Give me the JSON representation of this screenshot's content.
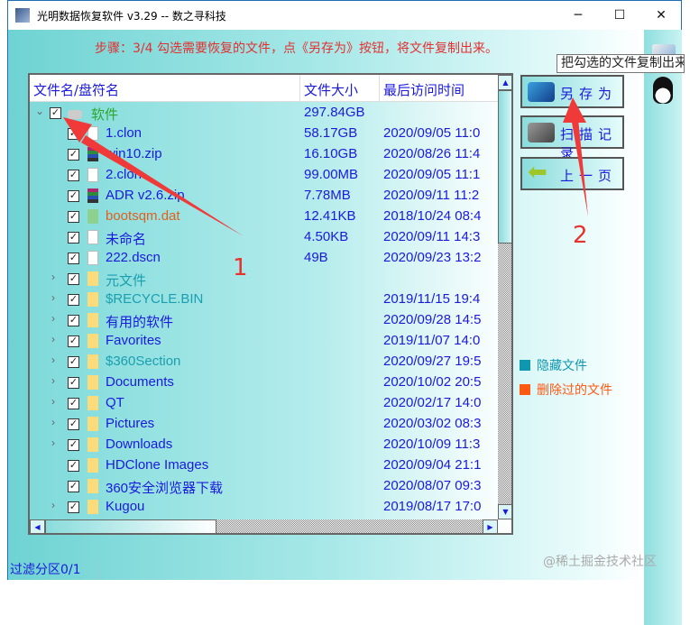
{
  "window": {
    "title": "光明数据恢复软件 v3.29 -- 数之寻科技",
    "minimize": "─",
    "maximize": "☐",
    "close": "✕"
  },
  "step_text": "步骤：3/4 勾选需要恢复的文件，点《另存为》按钮，将文件复制出来。",
  "columns": [
    "文件名/盘符名",
    "文件大小",
    "最后访问时间"
  ],
  "root": {
    "name": "软件",
    "size": "297.84GB",
    "color": "#2aa82a"
  },
  "rows": [
    {
      "name": "1.clon",
      "size": "58.17GB",
      "date": "2020/09/05 11:0",
      "icon": "file",
      "color": "#1a1adc",
      "expand": false
    },
    {
      "name": "win10.zip",
      "size": "16.10GB",
      "date": "2020/08/26 11:4",
      "icon": "zip",
      "color": "#1a1adc",
      "expand": false
    },
    {
      "name": "2.clon",
      "size": "99.00MB",
      "date": "2020/09/05 11:1",
      "icon": "file",
      "color": "#1a1adc",
      "expand": false
    },
    {
      "name": "ADR v2.6.zip",
      "size": "7.78MB",
      "date": "2020/09/11 11:2",
      "icon": "zip",
      "color": "#1a1adc",
      "expand": false
    },
    {
      "name": "bootsqm.dat",
      "size": "12.41KB",
      "date": "2018/10/24 08:4",
      "icon": "vcd",
      "color": "#e0601e",
      "expand": false
    },
    {
      "name": "未命名",
      "size": "4.50KB",
      "date": "2020/09/11 14:3",
      "icon": "file",
      "color": "#1a1adc",
      "expand": false
    },
    {
      "name": "222.dscn",
      "size": "49B",
      "date": "2020/09/23 13:2",
      "icon": "file",
      "color": "#1a1adc",
      "expand": false
    },
    {
      "name": "元文件",
      "size": "",
      "date": "",
      "icon": "folder",
      "color": "#1a9fb0",
      "expand": true
    },
    {
      "name": "$RECYCLE.BIN",
      "size": "",
      "date": "2019/11/15 19:4",
      "icon": "folder",
      "color": "#1a9fb0",
      "expand": true
    },
    {
      "name": "有用的软件",
      "size": "",
      "date": "2020/09/28 14:5",
      "icon": "folder",
      "color": "#1a1adc",
      "expand": true
    },
    {
      "name": "Favorites",
      "size": "",
      "date": "2019/11/07 14:0",
      "icon": "folder",
      "color": "#1a1adc",
      "expand": true
    },
    {
      "name": "$360Section",
      "size": "",
      "date": "2020/09/27 19:5",
      "icon": "folder",
      "color": "#1a9fb0",
      "expand": true
    },
    {
      "name": "Documents",
      "size": "",
      "date": "2020/10/02 20:5",
      "icon": "folder",
      "color": "#1a1adc",
      "expand": true
    },
    {
      "name": "QT",
      "size": "",
      "date": "2020/02/17 14:0",
      "icon": "folder",
      "color": "#1a1adc",
      "expand": true
    },
    {
      "name": "Pictures",
      "size": "",
      "date": "2020/03/02 08:3",
      "icon": "folder",
      "color": "#1a1adc",
      "expand": true
    },
    {
      "name": "Downloads",
      "size": "",
      "date": "2020/10/09 11:3",
      "icon": "folder",
      "color": "#1a1adc",
      "expand": true
    },
    {
      "name": "HDClone Images",
      "size": "",
      "date": "2020/09/04 21:1",
      "icon": "folder",
      "color": "#1a1adc",
      "expand": false
    },
    {
      "name": "360安全浏览器下载",
      "size": "",
      "date": "2020/08/07 09:3",
      "icon": "folder",
      "color": "#1a1adc",
      "expand": false
    },
    {
      "name": "Kugou",
      "size": "",
      "date": "2019/08/17 17:0",
      "icon": "folder",
      "color": "#1a1adc",
      "expand": true
    }
  ],
  "buttons": {
    "save_as": "另存为",
    "scan_record": "扫描记录",
    "prev_page": "上一页"
  },
  "tooltip": "把勾选的文件复制出来",
  "legend": [
    {
      "label": "隐藏文件",
      "color": "#1097b0"
    },
    {
      "label": "删除过的文件",
      "color": "#ff5a14"
    }
  ],
  "status": "过滤分区0/1",
  "watermark": "@稀土掘金技术社区",
  "annotations": {
    "n1": "1",
    "n2": "2"
  }
}
